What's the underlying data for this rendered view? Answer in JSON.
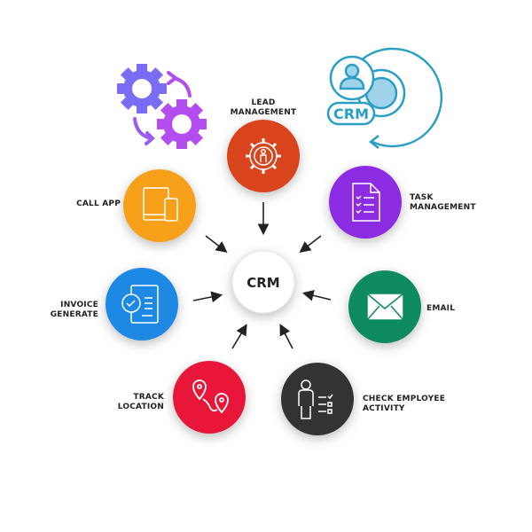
{
  "center": {
    "label": "CRM"
  },
  "nodes": [
    {
      "id": "lead",
      "lines": [
        "LEAD",
        "MANAGEMENT"
      ],
      "color": "#d9441c",
      "icon": "gear-person-icon"
    },
    {
      "id": "call",
      "lines": [
        "CALL APP"
      ],
      "color": "#f7a11a",
      "icon": "tablet-phone-icon"
    },
    {
      "id": "task",
      "lines": [
        "TASK",
        "MANAGEMENT"
      ],
      "color": "#8b2be2",
      "icon": "checklist-document-icon"
    },
    {
      "id": "invoice",
      "lines": [
        "INVOICE",
        "GENERATE"
      ],
      "color": "#1e88e5",
      "icon": "invoice-check-icon"
    },
    {
      "id": "email",
      "lines": [
        "EMAIL"
      ],
      "color": "#0e8a5f",
      "icon": "envelope-icon"
    },
    {
      "id": "track",
      "lines": [
        "TRACK",
        "LOCATION"
      ],
      "color": "#e8173a",
      "icon": "route-pins-icon"
    },
    {
      "id": "check",
      "lines": [
        "CHECK EMPLOYEE",
        "ACTIVITY"
      ],
      "color": "#333333",
      "icon": "employee-checklist-icon"
    }
  ],
  "badge": {
    "label": "CRM",
    "color": "#2a9fc6"
  },
  "gears_colors": [
    "#7b6cf6",
    "#b44df0"
  ]
}
